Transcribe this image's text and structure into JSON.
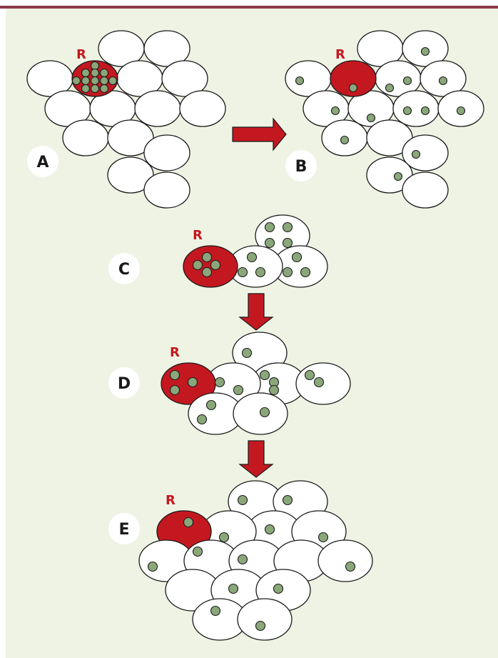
{
  "colors": {
    "frame_bar": "#8b3a4a",
    "background": "#eef3e4",
    "recipient_cell": "#c41820",
    "bead": "#8aa77a",
    "arrow": "#c41820"
  },
  "panels": [
    {
      "id": "A",
      "badge": "A",
      "recipient_label": "R"
    },
    {
      "id": "B",
      "badge": "B",
      "recipient_label": "R"
    },
    {
      "id": "C",
      "badge": "C",
      "recipient_label": "R"
    },
    {
      "id": "D",
      "badge": "D",
      "recipient_label": "R"
    },
    {
      "id": "E",
      "badge": "E",
      "recipient_label": "R"
    }
  ]
}
